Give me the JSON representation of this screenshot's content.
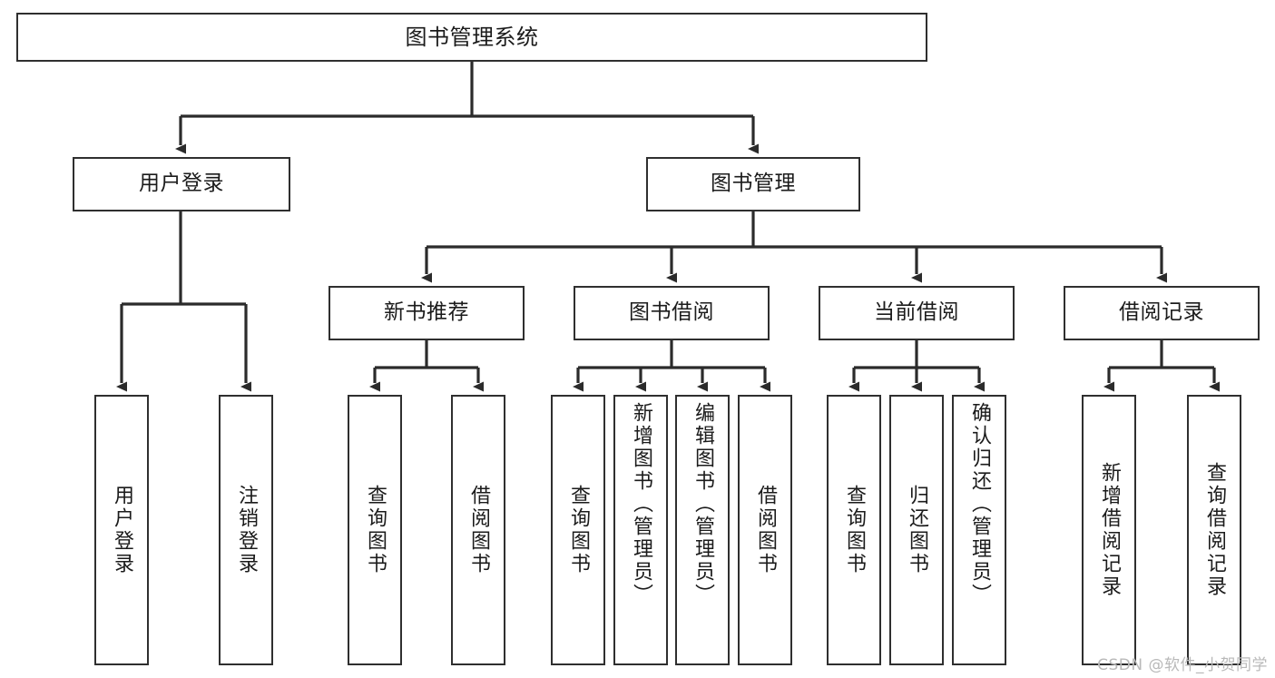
{
  "diagram": {
    "type": "tree-hierarchy",
    "title": "图书管理系统",
    "colors": {
      "box_border": "#2f2f2f",
      "box_fill": "#ffffff",
      "connector": "#2b2b2b",
      "text": "#1b1b1b",
      "watermark": "#b9b9b9",
      "background": "#ffffff"
    },
    "nodes": {
      "root": {
        "label": "图书管理系统"
      },
      "level2": [
        {
          "id": "user-login",
          "label": "用户登录"
        },
        {
          "id": "book-manage",
          "label": "图书管理"
        }
      ],
      "level3": [
        {
          "id": "new-book-recommend",
          "label": "新书推荐"
        },
        {
          "id": "book-borrow",
          "label": "图书借阅"
        },
        {
          "id": "current-borrow",
          "label": "当前借阅"
        },
        {
          "id": "borrow-record",
          "label": "借阅记录"
        }
      ],
      "leaves": {
        "user_login": [
          {
            "id": "leaf-user-login",
            "label": "用户登录"
          },
          {
            "id": "leaf-logout-login",
            "label": "注销登录"
          }
        ],
        "new_book_recommend": [
          {
            "id": "leaf-query-book-1",
            "label": "查询图书"
          },
          {
            "id": "leaf-borrow-book-1",
            "label": "借阅图书"
          }
        ],
        "book_borrow": [
          {
            "id": "leaf-query-book-2",
            "label": "查询图书"
          },
          {
            "id": "leaf-add-book",
            "label": "新增图书（管理员）"
          },
          {
            "id": "leaf-edit-book",
            "label": "编辑图书（管理员）"
          },
          {
            "id": "leaf-borrow-book-2",
            "label": "借阅图书"
          }
        ],
        "current_borrow": [
          {
            "id": "leaf-query-book-3",
            "label": "查询图书"
          },
          {
            "id": "leaf-return-book",
            "label": "归还图书"
          },
          {
            "id": "leaf-confirm-return",
            "label": "确认归还（管理员）"
          }
        ],
        "borrow_record": [
          {
            "id": "leaf-add-record",
            "label": "新增借阅记录"
          },
          {
            "id": "leaf-query-record",
            "label": "查询借阅记录"
          }
        ]
      }
    },
    "watermark": "CSDN @软件_小贺同学"
  }
}
